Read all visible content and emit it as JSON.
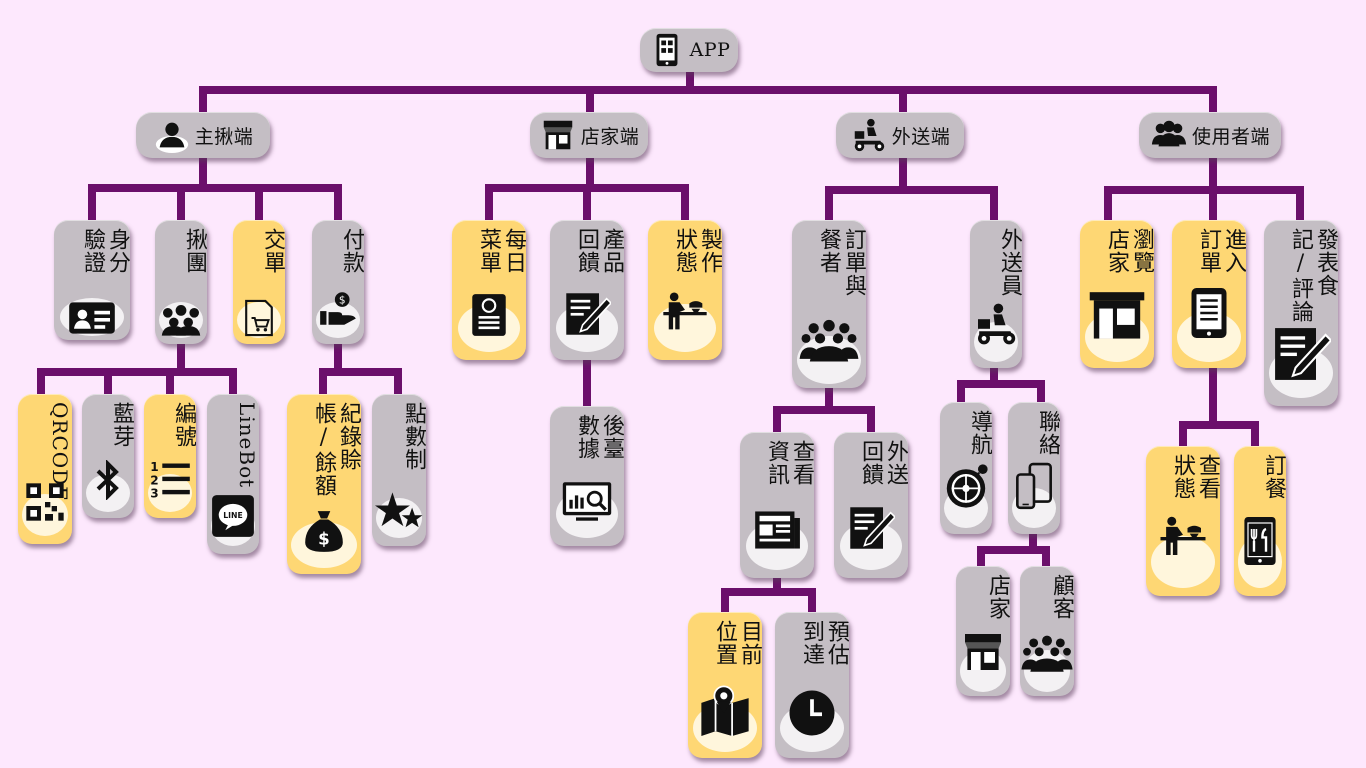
{
  "colors": {
    "background": "#fde8fd",
    "connector": "#6b0f6b",
    "node": "#c4bec4",
    "highlight": "#fed774"
  },
  "nodes": {
    "app": {
      "label": "APP",
      "icon": "tablet-icon"
    },
    "group_buyer": {
      "label": "主揪端",
      "icon": "user-icon"
    },
    "store_side": {
      "label": "店家端",
      "icon": "storefront-icon"
    },
    "delivery_side": {
      "label": "外送端",
      "icon": "scooter-icon"
    },
    "user_side": {
      "label": "使用者端",
      "icon": "users-icon"
    },
    "verify_id": {
      "label": "身分驗證",
      "icon": "id-card-icon"
    },
    "group_order": {
      "label": "揪團",
      "icon": "group-icon"
    },
    "submit_order": {
      "label": "交單",
      "icon": "cart-receipt-icon"
    },
    "payment": {
      "label": "付款",
      "icon": "hand-coin-icon"
    },
    "qrcode": {
      "label": "QRCODE",
      "icon": "qrcode-icon"
    },
    "bluetooth": {
      "label": "藍芽",
      "icon": "bluetooth-icon"
    },
    "numbering": {
      "label": "編號",
      "icon": "numbered-list-icon"
    },
    "linebot": {
      "label": "LineBot",
      "icon": "line-icon"
    },
    "record_balance": {
      "label": "紀錄賒帳/餘額",
      "icon": "money-bag-icon"
    },
    "points": {
      "label": "點數制",
      "icon": "stars-icon"
    },
    "daily_menu": {
      "label": "每日菜單",
      "icon": "menu-board-icon"
    },
    "product_feedback": {
      "label": "產品回饋",
      "icon": "pencil-note-icon"
    },
    "production_status": {
      "label": "製作狀態",
      "icon": "chef-icon"
    },
    "backend_data": {
      "label": "後臺數據",
      "icon": "dashboard-icon"
    },
    "order_parties": {
      "label": "訂單與餐者",
      "icon": "crowd-icon"
    },
    "courier": {
      "label": "外送員",
      "icon": "scooter-icon"
    },
    "view_info": {
      "label": "查看資訊",
      "icon": "newspaper-icon"
    },
    "delivery_feedback": {
      "label": "外送回饋",
      "icon": "pencil-note-icon"
    },
    "navigation": {
      "label": "導航",
      "icon": "compass-icon"
    },
    "contact": {
      "label": "聯絡",
      "icon": "phones-icon"
    },
    "current_location": {
      "label": "目前位置",
      "icon": "map-pin-icon"
    },
    "eta": {
      "label": "預估到達",
      "icon": "clock-icon"
    },
    "contact_store": {
      "label": "店家",
      "icon": "storefront-icon"
    },
    "contact_customer": {
      "label": "顧客",
      "icon": "crowd-icon"
    },
    "browse_stores": {
      "label": "瀏覽店家",
      "icon": "shop-awning-icon"
    },
    "enter_order": {
      "label": "進入訂單",
      "icon": "phone-list-icon"
    },
    "post_review": {
      "label": "發表食記/評論",
      "icon": "pencil-note-icon"
    },
    "check_status": {
      "label": "查看狀態",
      "icon": "chef-icon"
    },
    "order_meal": {
      "label": "訂餐",
      "icon": "phone-food-icon"
    }
  }
}
